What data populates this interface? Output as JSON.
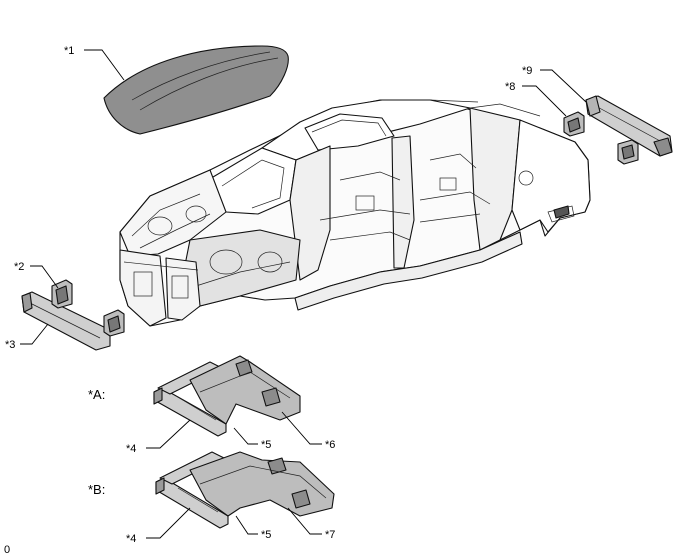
{
  "callouts": {
    "c1": "*1",
    "c2": "*2",
    "c3": "*3",
    "c4a": "*4",
    "c5a": "*5",
    "c6": "*6",
    "c4b": "*4",
    "c5b": "*5",
    "c7": "*7",
    "c8": "*8",
    "c9": "*9"
  },
  "groups": {
    "a": "*A:",
    "b": "*B:"
  },
  "footer": {
    "code": "0"
  },
  "colors": {
    "line": "#111111",
    "part_fill": "#d9d9d9",
    "part_dark": "#8c8c8c",
    "background": "#ffffff"
  }
}
